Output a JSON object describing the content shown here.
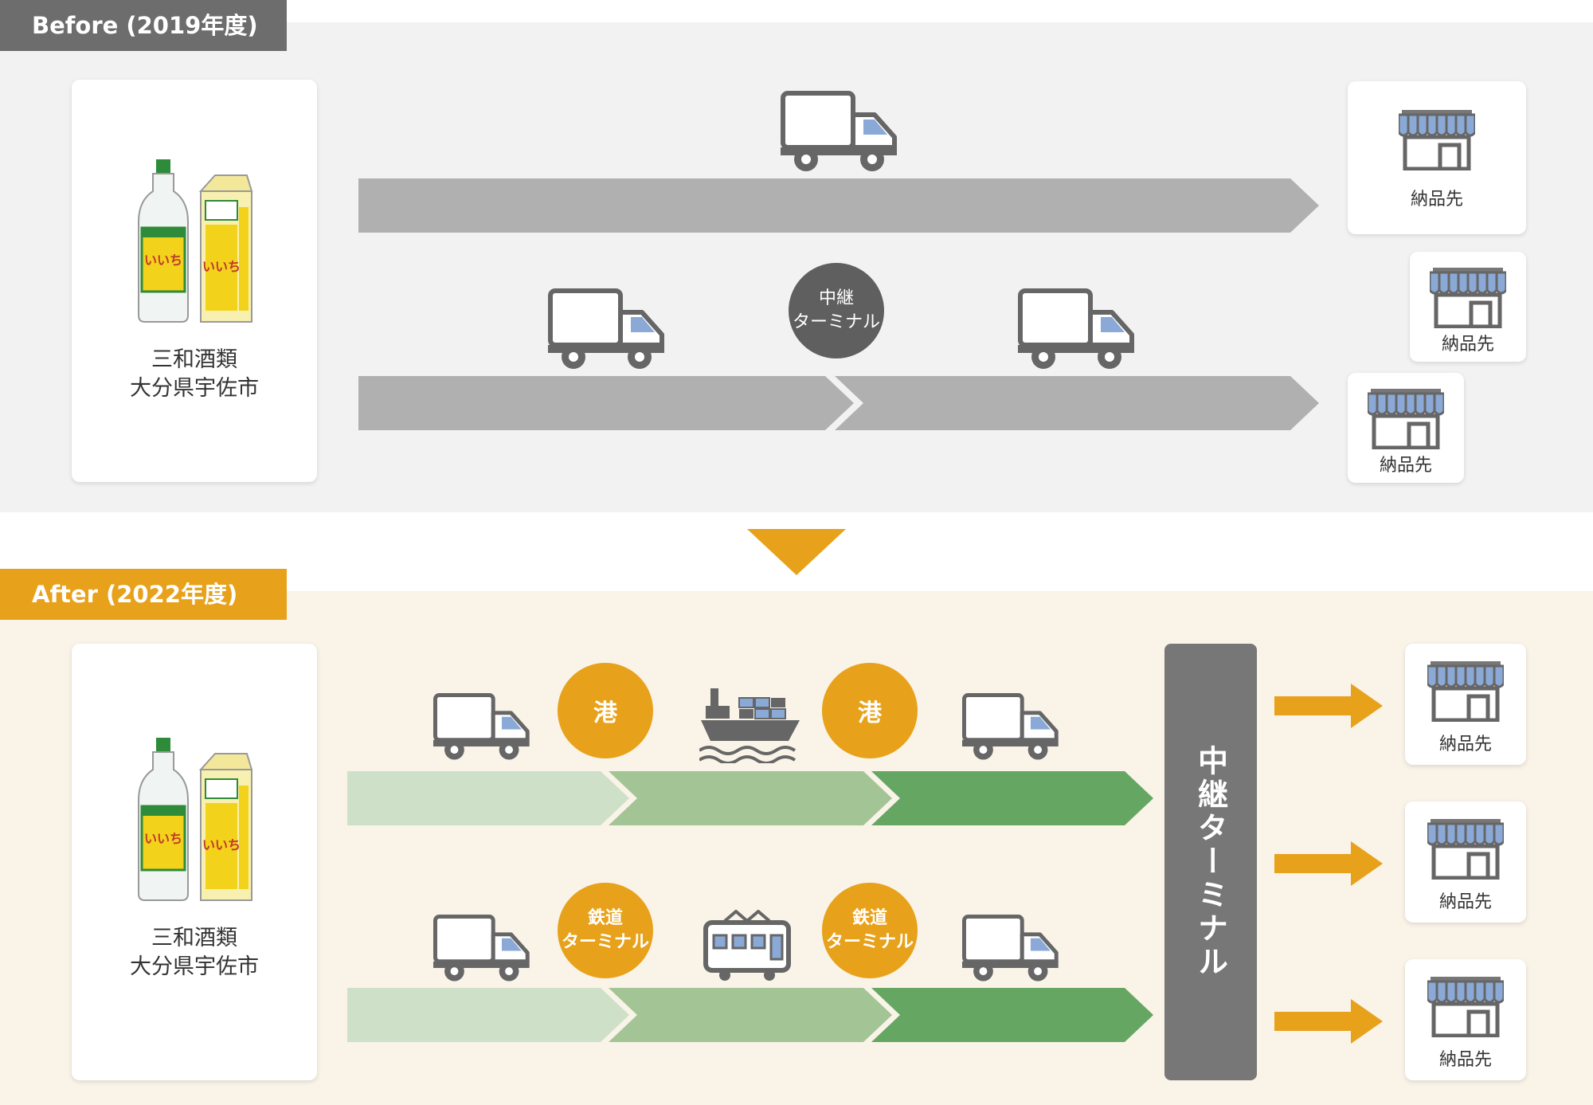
{
  "before": {
    "tab_label": "Before (2019年度)",
    "origin": {
      "company": "三和酒類",
      "location": "大分県宇佐市"
    },
    "relay_label": {
      "line1": "中継",
      "line2": "ターミナル"
    },
    "destinations": [
      "納品先",
      "納品先",
      "納品先"
    ]
  },
  "after": {
    "tab_label": "After (2022年度)",
    "origin": {
      "company": "三和酒類",
      "location": "大分県宇佐市"
    },
    "sea_route": {
      "port1": "港",
      "port2": "港"
    },
    "rail_route": {
      "station1": {
        "line1": "鉄道",
        "line2": "ターミナル"
      },
      "station2": {
        "line1": "鉄道",
        "line2": "ターミナル"
      }
    },
    "relay_terminal": "中継ターミナル",
    "destinations": [
      "納品先",
      "納品先",
      "納品先"
    ]
  },
  "colors": {
    "before_panel": "#f2f2f2",
    "after_panel": "#f9f3e8",
    "gray_arrow": "#b0b0b0",
    "orange_accent": "#e8a11a",
    "green_light": "#cfe0c8",
    "green_mid": "#a3c595",
    "green_dark": "#65a762"
  },
  "icons": [
    "truck-icon",
    "ship-icon",
    "train-icon",
    "store-icon",
    "product-bottle-icon",
    "product-pack-icon"
  ]
}
